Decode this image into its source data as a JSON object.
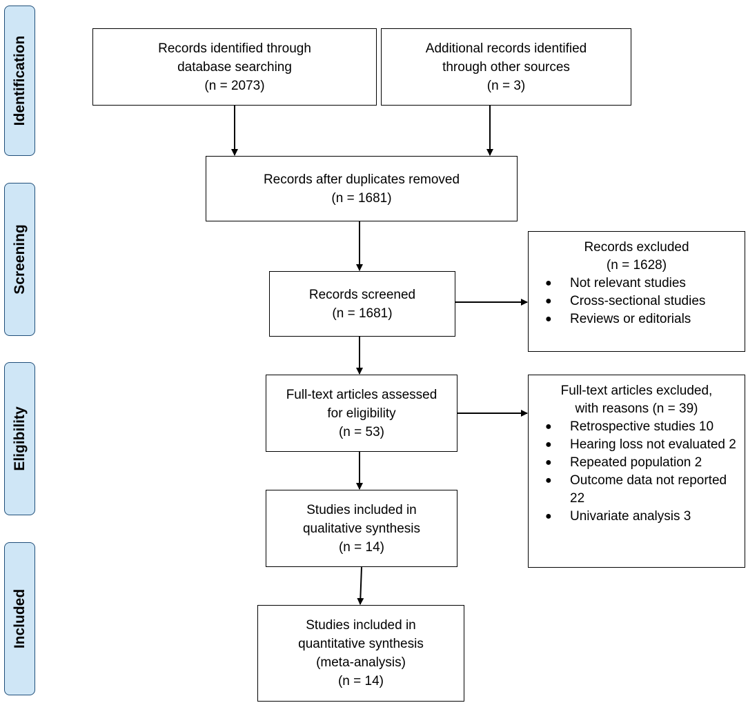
{
  "phases": [
    {
      "id": "identification",
      "label": "Identification"
    },
    {
      "id": "screening",
      "label": "Screening"
    },
    {
      "id": "eligibility",
      "label": "Eligibility"
    },
    {
      "id": "included",
      "label": "Included"
    }
  ],
  "boxes": {
    "database": {
      "lines": [
        "Records identified through",
        "database searching",
        "(n = 2073)"
      ]
    },
    "other": {
      "lines": [
        "Additional records identified",
        "through other sources",
        "(n = 3)"
      ]
    },
    "duplicates": {
      "lines": [
        "Records after duplicates removed",
        "(n = 1681)"
      ]
    },
    "screened": {
      "lines": [
        "Records screened",
        "(n = 1681)"
      ]
    },
    "fulltext": {
      "lines": [
        "Full-text articles assessed",
        "for eligibility",
        "(n = 53)"
      ]
    },
    "qualitative": {
      "lines": [
        "Studies included in",
        "qualitative synthesis",
        "(n = 14)"
      ]
    },
    "quantitative": {
      "lines": [
        "Studies included in",
        "quantitative synthesis",
        "(meta-analysis)",
        "(n = 14)"
      ]
    }
  },
  "excluded_records": {
    "heading": [
      "Records excluded",
      "(n = 1628)"
    ],
    "items": [
      "Not relevant studies",
      "Cross-sectional studies",
      "Reviews or editorials"
    ]
  },
  "excluded_fulltext": {
    "heading": [
      "Full-text articles excluded,",
      "with reasons (n = 39)"
    ],
    "items": [
      "Retrospective studies 10",
      "Hearing loss not evaluated 2",
      "Repeated population 2",
      "Outcome data not reported 22",
      "Univariate analysis 3"
    ]
  }
}
